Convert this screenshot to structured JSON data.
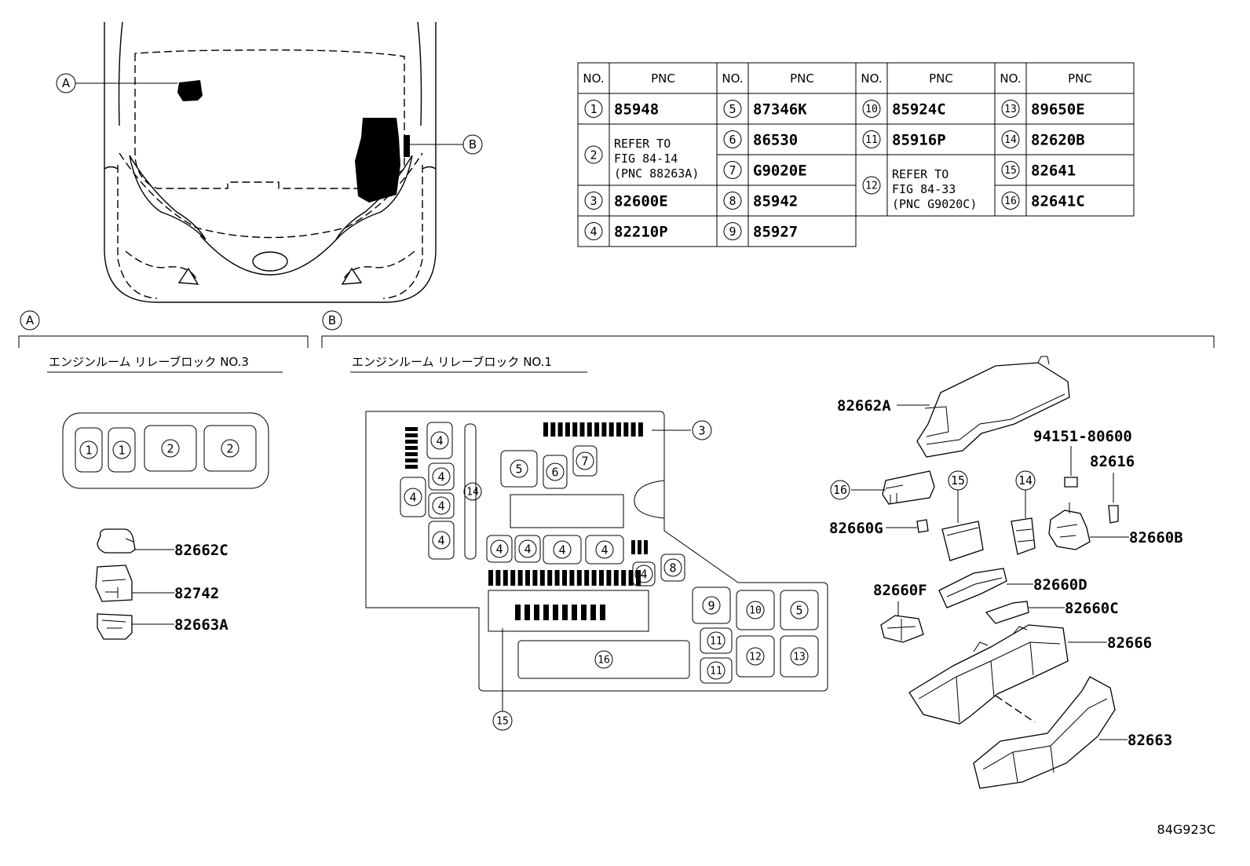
{
  "callouts": {
    "a": "A",
    "b": "B"
  },
  "titles": {
    "block_a": "エンジンルーム リレーブロック NO.3",
    "block_b": "エンジンルーム リレーブロック NO.1"
  },
  "table": {
    "header_no": "NO.",
    "header_pnc": "PNC",
    "rows": [
      {
        "no": "1",
        "pnc": "85948"
      },
      {
        "no": "2",
        "lines": [
          "REFER TO",
          "FIG 84-14",
          "(PNC 88263A)"
        ]
      },
      {
        "no": "3",
        "pnc": "82600E"
      },
      {
        "no": "4",
        "pnc": "82210P"
      },
      {
        "no": "5",
        "pnc": "87346K"
      },
      {
        "no": "6",
        "pnc": "86530"
      },
      {
        "no": "7",
        "pnc": "G9020E"
      },
      {
        "no": "8",
        "pnc": "85942"
      },
      {
        "no": "9",
        "pnc": "85927"
      },
      {
        "no": "10",
        "pnc": "85924C"
      },
      {
        "no": "11",
        "pnc": "85916P"
      },
      {
        "no": "12",
        "lines": [
          "REFER TO",
          "FIG 84-33",
          "(PNC G9020C)"
        ]
      },
      {
        "no": "13",
        "pnc": "89650E"
      },
      {
        "no": "14",
        "pnc": "82620B"
      },
      {
        "no": "15",
        "pnc": "82641"
      },
      {
        "no": "16",
        "pnc": "82641C"
      }
    ]
  },
  "parts_a": [
    "82662C",
    "82742",
    "82663A"
  ],
  "parts_b": {
    "p82662A": "82662A",
    "p94151": "94151-80600",
    "p82616": "82616",
    "p82660B": "82660B",
    "p82660G": "82660G",
    "p82660F": "82660F",
    "p82660D": "82660D",
    "p82660C": "82660C",
    "p82666": "82666",
    "p82663": "82663"
  },
  "figure_id": "84G923C"
}
